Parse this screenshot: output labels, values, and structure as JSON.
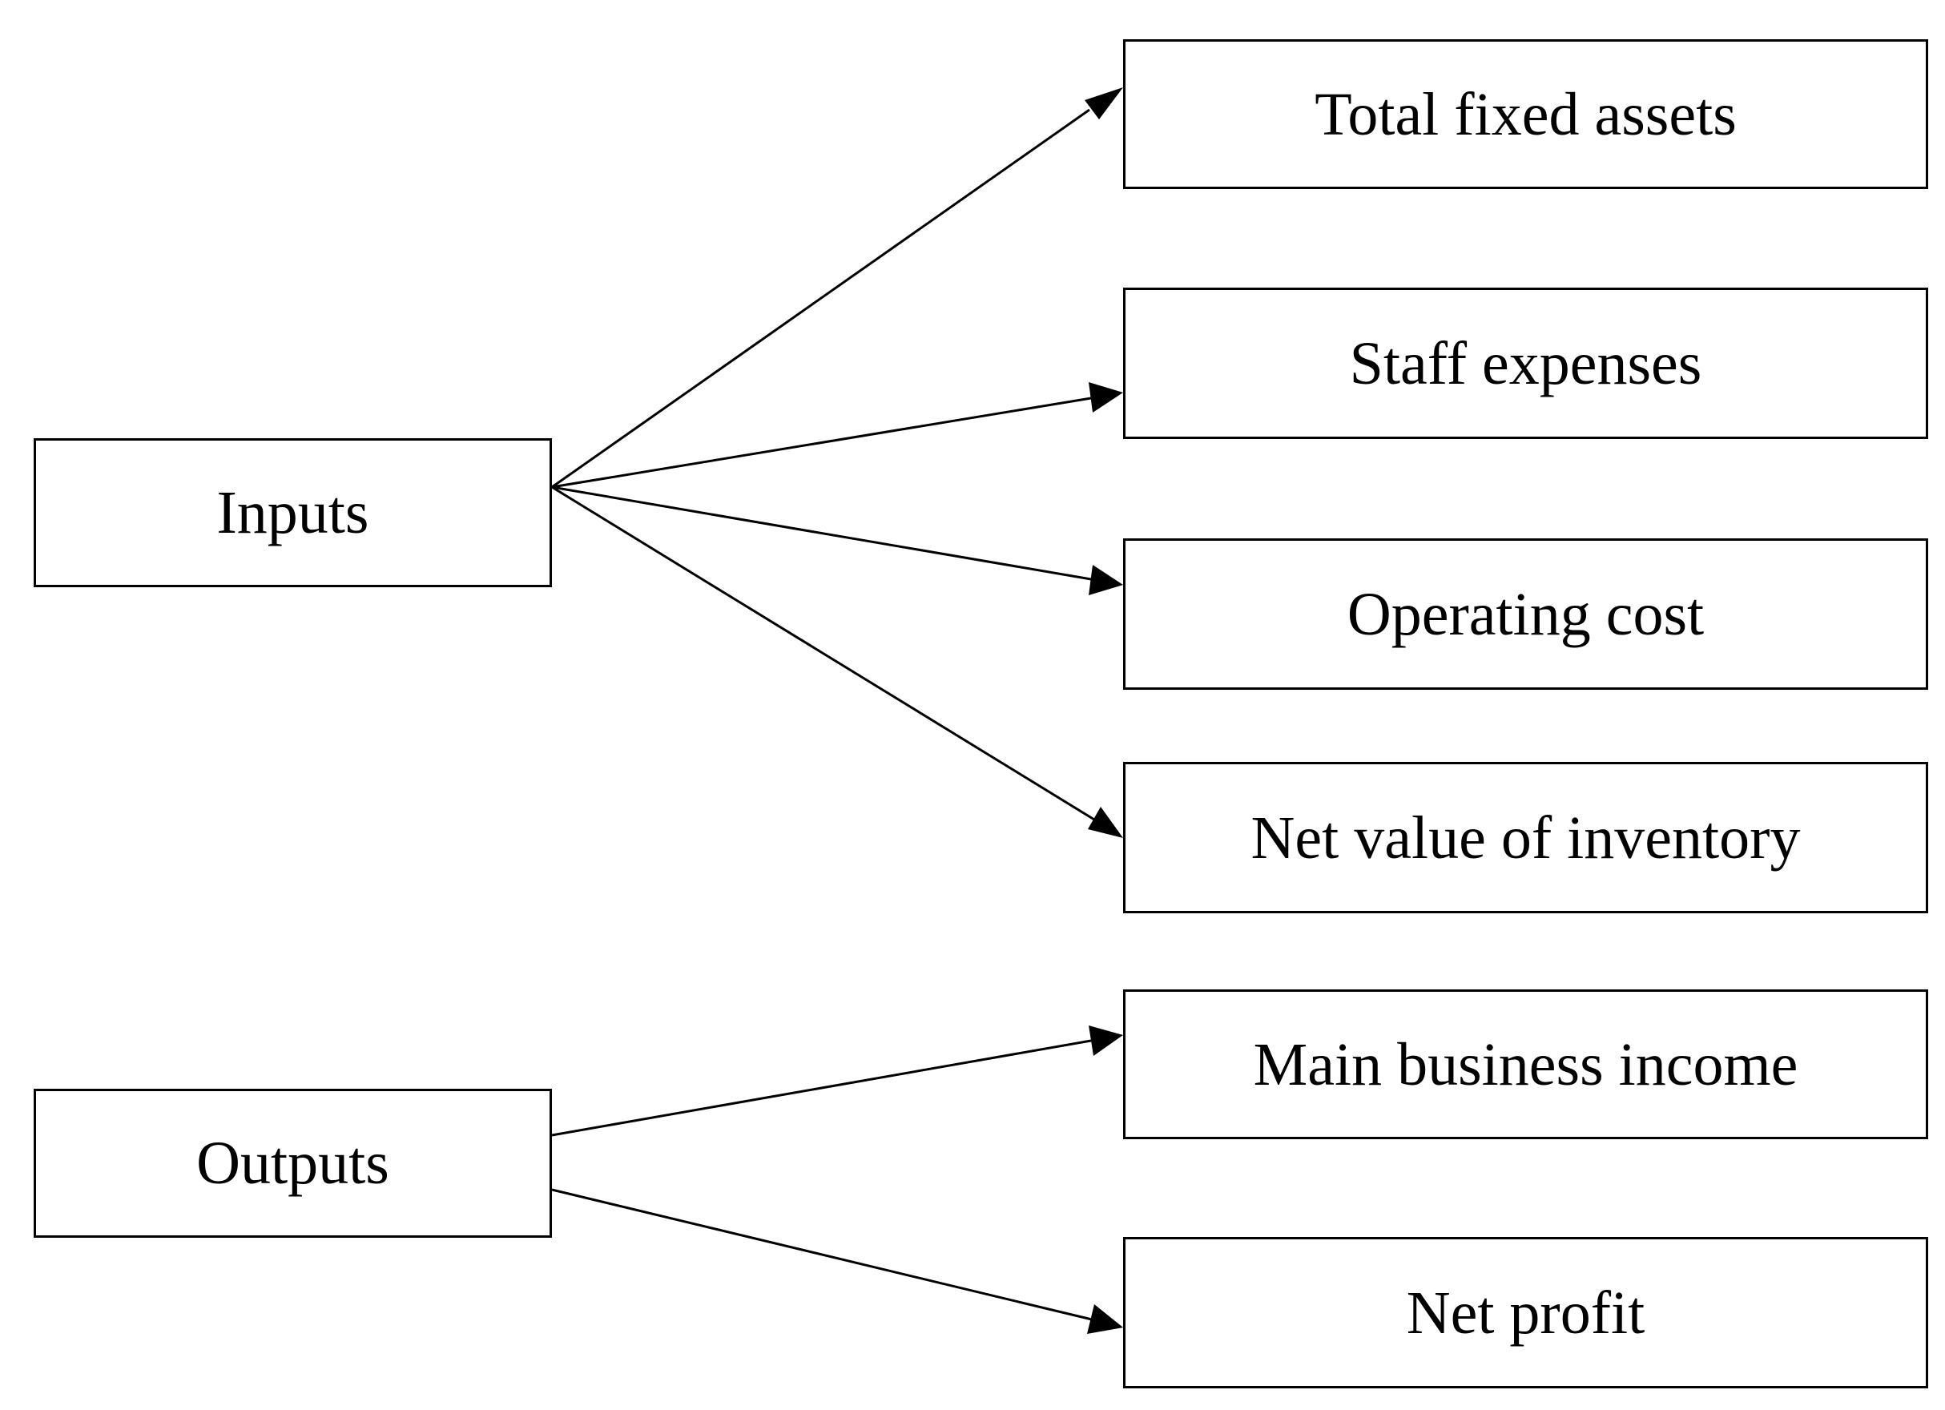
{
  "sources": {
    "inputs": "Inputs",
    "outputs": "Outputs"
  },
  "targets": [
    "Total fixed assets",
    "Staff expenses",
    "Operating cost",
    "Net value of inventory",
    "Main business income",
    "Net profit"
  ],
  "edges": [
    {
      "from": "Inputs",
      "to": "Total fixed assets"
    },
    {
      "from": "Inputs",
      "to": "Staff expenses"
    },
    {
      "from": "Inputs",
      "to": "Operating cost"
    },
    {
      "from": "Inputs",
      "to": "Net value of inventory"
    },
    {
      "from": "Outputs",
      "to": "Main business income"
    },
    {
      "from": "Outputs",
      "to": "Net profit"
    }
  ],
  "colors": {
    "line": "#000000",
    "box_border": "#000000",
    "background": "#ffffff"
  }
}
